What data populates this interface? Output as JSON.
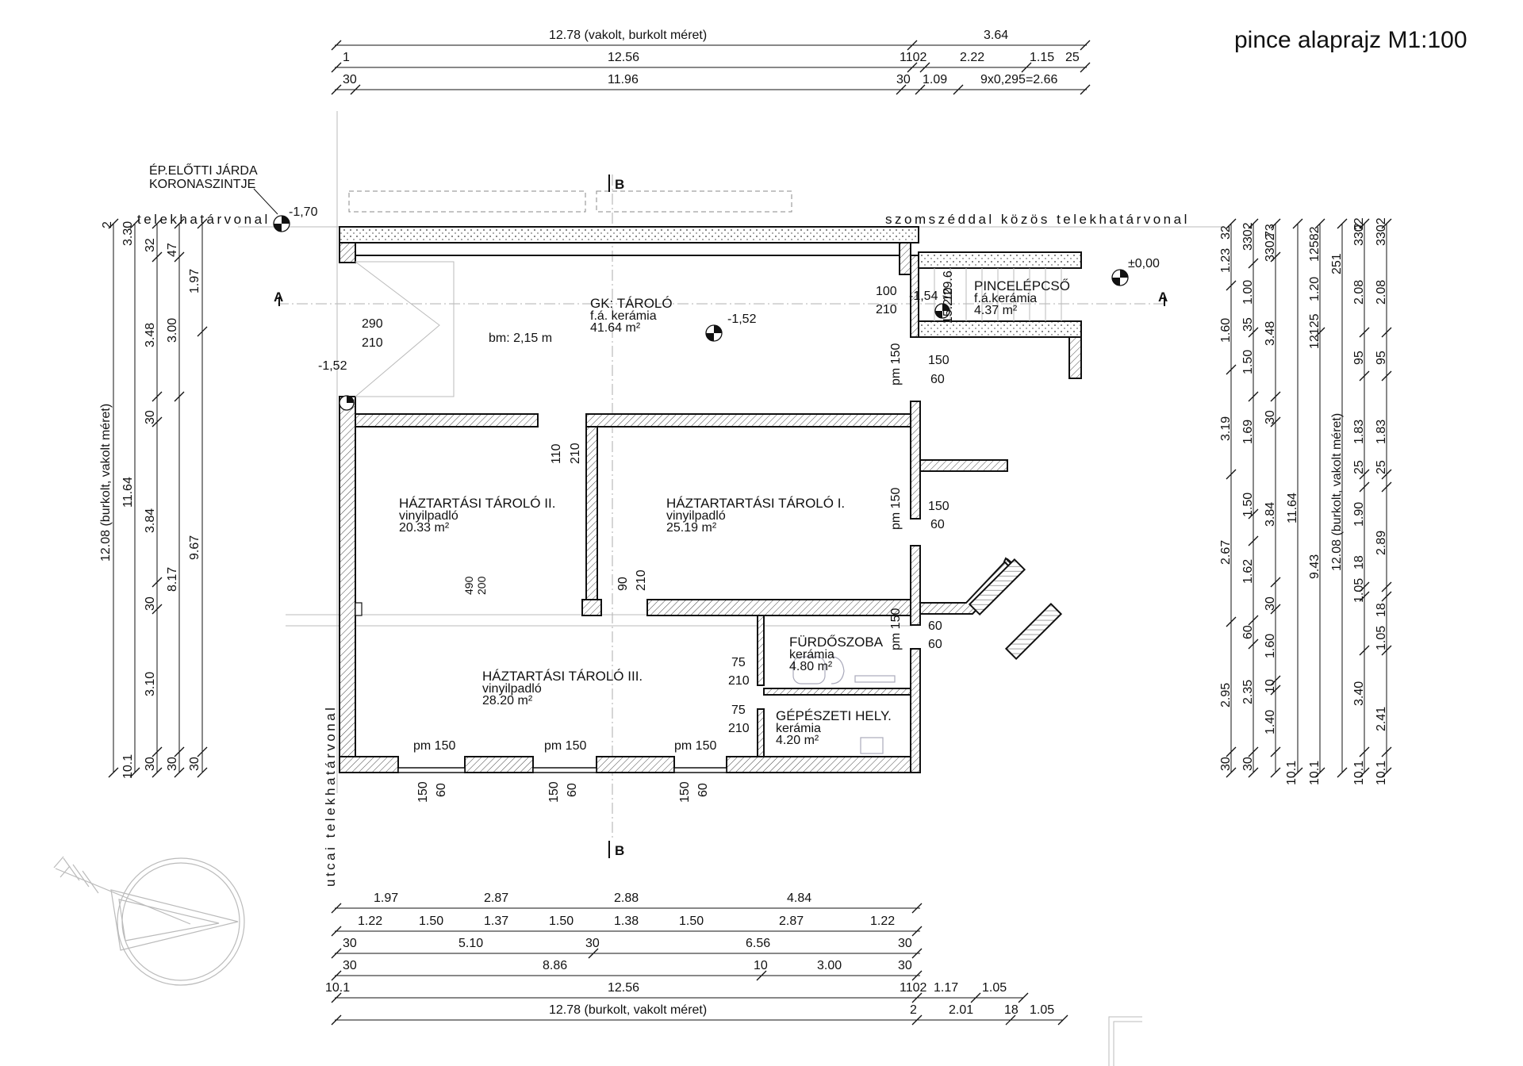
{
  "title": "pince alaprajz M1:100",
  "labels": {
    "sidewalk_1": "ÉP.ELŐTTI JÁRDA",
    "sidewalk_2": "KORONASZINTJE",
    "lot_line_left": "telekhatárvonal",
    "lot_line_neighbor": "szomszéddal közös telekhatárvonal",
    "lot_line_street": "utcai telekhatárvonal",
    "section_b": "B",
    "section_a": "A",
    "bm": "bm: 2,15 m",
    "lvl_sidewalk": "-1,70",
    "lvl_zero": "±0,00",
    "lvl_garage": "-1,52",
    "lvl_entry": "-1,52",
    "lvl_stair": "-1,54"
  },
  "rooms": {
    "garage": {
      "name": "GK: TÁROLÓ",
      "floor": "f.á. kerámia",
      "area": "41.64 m²"
    },
    "storage2": {
      "name": "HÁZTARTÁSI TÁROLÓ II.",
      "floor": "vinyilpadló",
      "area": "20.33 m²"
    },
    "storage1": {
      "name": "HÁZTARTARTÁSI TÁROLÓ I.",
      "floor": "vinyilpadló",
      "area": "25.19 m²"
    },
    "storage3": {
      "name": "HÁZTARTÁSI TÁROLÓ III.",
      "floor": "vinyilpadló",
      "area": "28.20 m²"
    },
    "bath": {
      "name": "FÜRDŐSZOBA",
      "floor": "kerámia",
      "area": "4.80 m²"
    },
    "mech": {
      "name": "GÉPÉSZETI HELY.",
      "floor": "kerámia",
      "area": "4.20 m²"
    },
    "stair": {
      "name": "PINCELÉPCSŐ",
      "floor": "f.á.kerámia",
      "area": "4.37 m²"
    }
  },
  "openings": {
    "garage_door_w": "290",
    "garage_door_h": "210",
    "stair_door_w": "100",
    "stair_door_h": "210",
    "door_110": "110",
    "door_110_h": "210",
    "door_90": "90",
    "door_90_h": "210",
    "opening_490": "490",
    "opening_200": "200",
    "bath_door_w": "75",
    "bath_door_h": "210",
    "mech_door_w": "75",
    "mech_door_h": "210",
    "win_right_1_pm": "pm 150",
    "win_right_1_w": "150",
    "win_right_1_h": "60",
    "win_right_2_pm": "pm 150",
    "win_right_2_w": "150",
    "win_right_2_h": "60",
    "win_right_3_pm": "pm 150",
    "win_right_3_w": "60",
    "win_right_3_h": "60",
    "win_bot_1_pm": "pm 150",
    "win_bot_2_pm": "pm 150",
    "win_bot_3_pm": "pm 150",
    "win_bot_w": "150",
    "win_bot_h": "60",
    "stair_steps": "15.2/29.6",
    "stair_count": "10"
  },
  "dims_top": {
    "r1": [
      "12.78 (vakolt, burkolt méret)",
      "3.64"
    ],
    "r2": [
      "1",
      "12.56",
      "1102",
      "2.22",
      "1.15",
      "25"
    ],
    "r3": [
      "30",
      "11.96",
      "30",
      "1.09",
      "9x0,295=2.66"
    ]
  },
  "dims_bottom": {
    "r1": [
      "1.97",
      "2.87",
      "2.88",
      "4.84"
    ],
    "r2": [
      "1.22",
      "1.50",
      "1.37",
      "1.50",
      "1.38",
      "1.50",
      "2.87",
      "1.22"
    ],
    "r3": [
      "30",
      "5.10",
      "30",
      "6.56",
      "30"
    ],
    "r4": [
      "30",
      "8.86",
      "10",
      "3.00",
      "30"
    ],
    "r5": [
      "10.1",
      "12.56",
      "1102",
      "1.17",
      "1.05"
    ],
    "r6": [
      "12.78 (burkolt, vakolt méret)",
      "2",
      "2.01",
      "18",
      "1.05"
    ]
  },
  "dims_left": {
    "outer": "12.08 (burkolt, vakolt méret)",
    "c1": [
      "2",
      "3.30",
      "11.64",
      "10.1"
    ],
    "c2": [
      "32",
      "3.48",
      "30",
      "3.84",
      "30",
      "3.10",
      "30"
    ],
    "c3": [
      "47",
      "3.00",
      "8.17",
      "30"
    ],
    "c4": [
      "1.97",
      "9.67",
      "30"
    ]
  },
  "dims_right": {
    "c1": [
      "32",
      "1.23",
      "1.60",
      "3.19",
      "2.67",
      "2.95",
      "30"
    ],
    "c2": [
      "3302",
      "1.00",
      "35",
      "1.50",
      "1.69",
      "1.50",
      "1.62",
      "60",
      "2.35",
      "30"
    ],
    "c3": [
      "73",
      "3302",
      "3.48",
      "30",
      "3.84",
      "30",
      "1.60",
      "10",
      "1.40",
      "10.1"
    ],
    "c4": [
      "11.64",
      "9.43",
      "10.1"
    ],
    "c5": [
      "12582",
      "1.20",
      "12125",
      "251"
    ],
    "c6": [
      "12.08 (burkolt, vakolt méret)"
    ],
    "c7": [
      "2",
      "3302",
      "2.08",
      "95",
      "1.83",
      "25",
      "1.90",
      "18",
      "1.05",
      "3.40",
      "10.1"
    ],
    "c8": [
      "3302",
      "2.08",
      "95",
      "1.83",
      "25",
      "2.89",
      "18",
      "1.05",
      "2.41",
      "10.1"
    ]
  }
}
